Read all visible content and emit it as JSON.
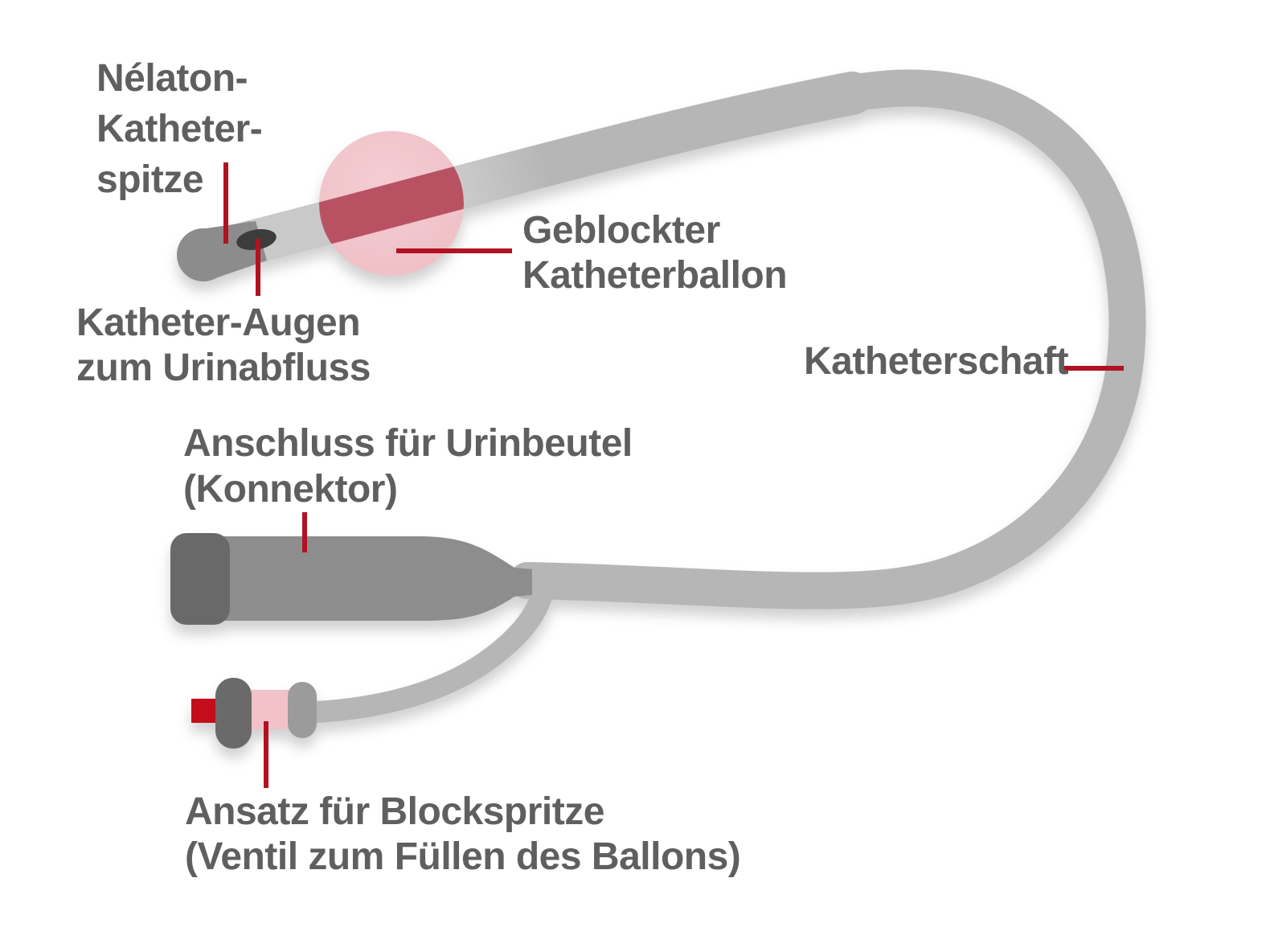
{
  "labels": {
    "tip": {
      "lines": [
        "Nélaton-",
        "Katheter-",
        "spitze"
      ]
    },
    "eyes": {
      "lines": [
        "Katheter-Augen",
        "zum Urinabfluss"
      ]
    },
    "balloon": {
      "lines": [
        "Geblockter",
        "Katheterballon"
      ]
    },
    "shaft": {
      "lines": [
        "Katheterschaft"
      ]
    },
    "connector": {
      "lines": [
        "Anschluss für Urinbeutel",
        "(Konnektor)"
      ]
    },
    "valve": {
      "lines": [
        "Ansatz für Blockspritze",
        "(Ventil zum Füllen des Ballons)"
      ]
    }
  },
  "colors": {
    "text": "#5f5f5f",
    "accent": "#b11222",
    "valve-red": "#c40d1a",
    "shaft": "#b6b6b6",
    "shaft-light": "#c9c9c9",
    "tip": "#8c8c8c",
    "eye": "#3d3c3d",
    "balloon": "#f1c6cc",
    "balloon-overlap": "#b85263",
    "connector-body": "#8d8d8d",
    "connector-cap": "#696969",
    "valve-disc-dark": "#6a6a6a",
    "valve-disc-light": "#9b9b9b",
    "valve-pink": "#f2c2c8"
  }
}
